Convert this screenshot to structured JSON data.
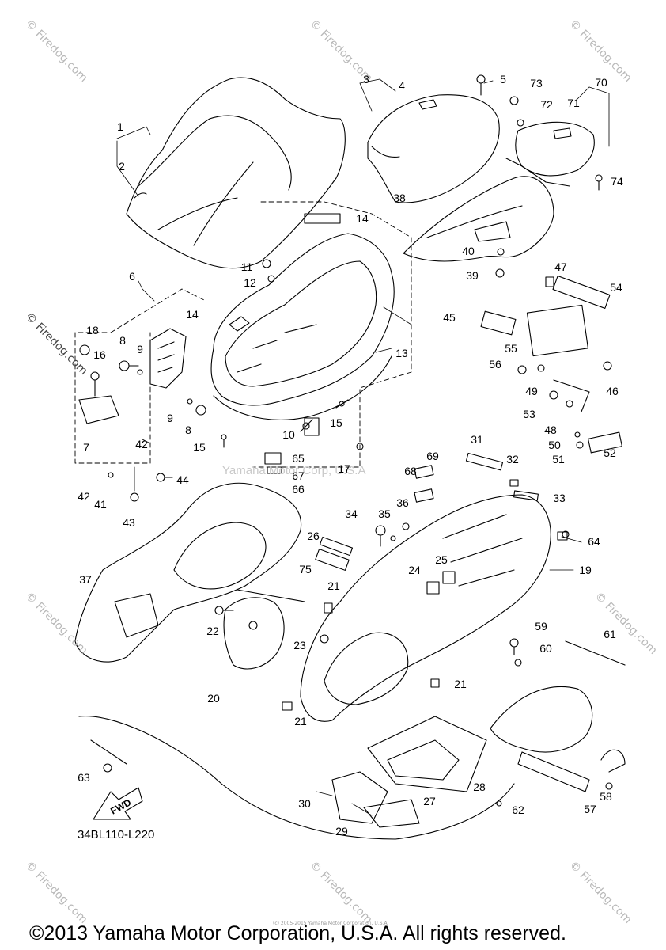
{
  "diagram": {
    "code": "34BL110-L220",
    "fwd_label": "FWD",
    "watermark_corp": "Yamaha Motor Corp, U.S.A",
    "watermark_site": "© Firedog.com",
    "fine_print": "(c) 2005-2015 Yamaha Motor Corporation, U.S.A.",
    "copyright": "©2013 Yamaha Motor Corporation, U.S.A. All rights reserved.",
    "line_color": "#000000",
    "watermark_color": "#b8b8b8"
  },
  "parts": [
    "1",
    "2",
    "3",
    "4",
    "5",
    "6",
    "7",
    "8",
    "8",
    "9",
    "9",
    "10",
    "11",
    "12",
    "13",
    "14",
    "14",
    "15",
    "15",
    "16",
    "17",
    "18",
    "19",
    "20",
    "21",
    "21",
    "21",
    "22",
    "23",
    "24",
    "25",
    "26",
    "27",
    "28",
    "29",
    "30",
    "31",
    "32",
    "33",
    "34",
    "35",
    "36",
    "37",
    "38",
    "39",
    "40",
    "41",
    "42",
    "42",
    "43",
    "44",
    "45",
    "46",
    "47",
    "48",
    "49",
    "50",
    "51",
    "52",
    "53",
    "54",
    "55",
    "56",
    "57",
    "58",
    "59",
    "60",
    "61",
    "62",
    "63",
    "64",
    "65",
    "66",
    "67",
    "68",
    "69",
    "70",
    "71",
    "72",
    "73",
    "74",
    "75"
  ]
}
